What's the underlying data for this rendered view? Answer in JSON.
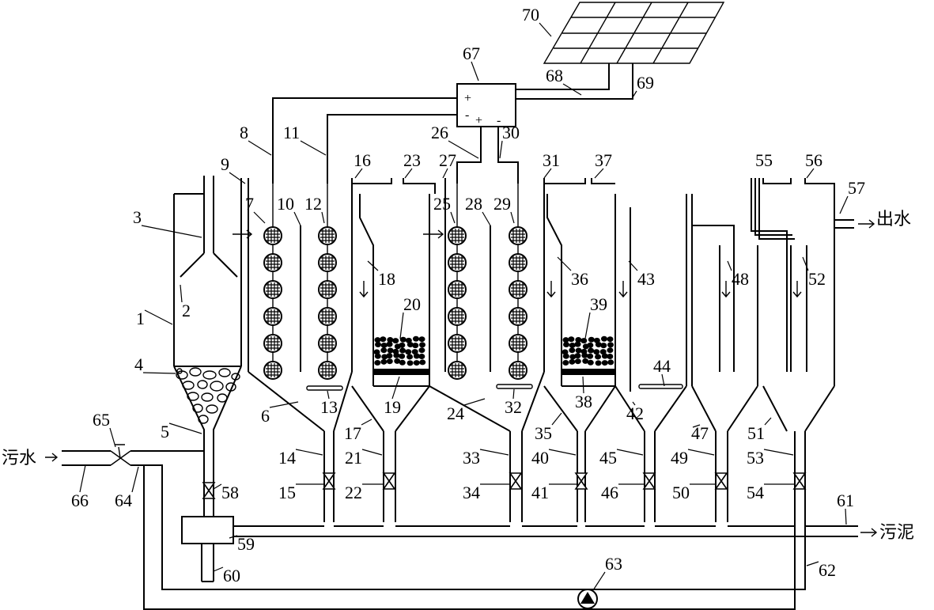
{
  "labels": {
    "n1": "1",
    "n2": "2",
    "n3": "3",
    "n4": "4",
    "n5": "5",
    "n6": "6",
    "n7": "7",
    "n8": "8",
    "n9": "9",
    "n10": "10",
    "n11": "11",
    "n12": "12",
    "n13": "13",
    "n14": "14",
    "n15": "15",
    "n16": "16",
    "n17": "17",
    "n18": "18",
    "n19": "19",
    "n20": "20",
    "n21": "21",
    "n22": "22",
    "n23": "23",
    "n24": "24",
    "n25": "25",
    "n26": "26",
    "n27": "27",
    "n28": "28",
    "n29": "29",
    "n30": "30",
    "n31": "31",
    "n32": "32",
    "n33": "33",
    "n34": "34",
    "n35": "35",
    "n36": "36",
    "n37": "37",
    "n38": "38",
    "n39": "39",
    "n40": "40",
    "n41": "41",
    "n42": "42",
    "n43": "43",
    "n44": "44",
    "n45": "45",
    "n46": "46",
    "n47": "47",
    "n48": "48",
    "n49": "49",
    "n50": "50",
    "n51": "51",
    "n52": "52",
    "n53": "53",
    "n54": "54",
    "n55": "55",
    "n56": "56",
    "n57": "57",
    "n58": "58",
    "n59": "59",
    "n60": "60",
    "n61": "61",
    "n62": "62",
    "n63": "63",
    "n64": "64",
    "n65": "65",
    "n66": "66",
    "n67": "67",
    "n68": "68",
    "n69": "69",
    "n70": "70"
  },
  "flows": {
    "inlet": "污水",
    "outlet": "出水",
    "sludge": "污泥"
  },
  "controller": {
    "plus1": "+",
    "minus1": "-",
    "plus2": "+",
    "minus2": "-"
  },
  "icons": {
    "electrode": "electrode-ball-icon",
    "valve": "valve-icon",
    "pump": "pump-icon",
    "solar": "solar-panel-icon"
  }
}
